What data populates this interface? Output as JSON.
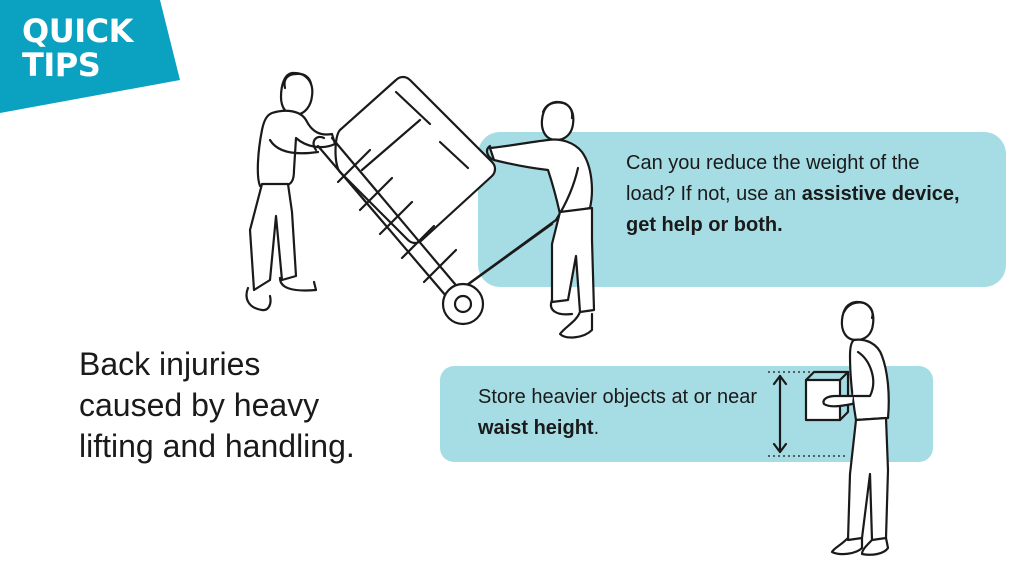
{
  "badge": {
    "line1": "QUICK",
    "line2": "TIPS",
    "color": "#0aa2c0"
  },
  "headline": {
    "line1": "Back injuries",
    "line2": "caused by heavy",
    "line3": "lifting and handling."
  },
  "tip1": {
    "text_plain": "Can you reduce the weight of the load? If not, use an ",
    "text_bold": "assistive device, get help or both."
  },
  "tip2": {
    "text_plain": "Store heavier objects at or near ",
    "text_bold": "waist height",
    "text_end": "."
  },
  "colors": {
    "panel": "#a6dce4",
    "ink": "#1a1a1a"
  },
  "illustrations": {
    "left": "two-people-moving-hand-truck-icon",
    "right": "person-holding-box-at-waist-icon"
  }
}
